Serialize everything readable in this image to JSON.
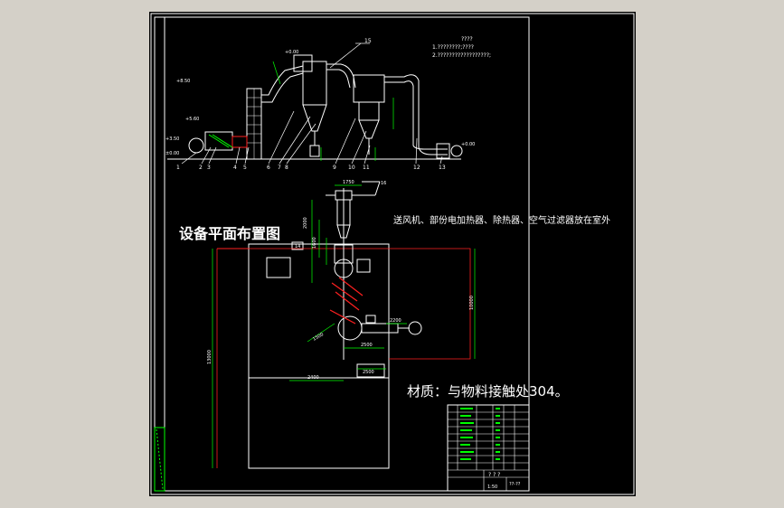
{
  "drawing": {
    "plan_title": "设备平面布置图",
    "outdoor_note": "送风机、部份电加热器、除热器、空气过滤器放在室外",
    "material_note": "材质：与物料接触处304。",
    "top_note_line1": "????",
    "top_note_line2": "1.????????;????",
    "top_note_line3": "2.??????????????????;",
    "elev_labels": [
      "+8.50",
      "+5.60",
      "+3.50",
      "±0.00",
      "+0.00",
      "+0.00"
    ],
    "item_numbers": [
      "1",
      "2",
      "3",
      "4",
      "5",
      "6",
      "7",
      "8",
      "9",
      "10",
      "11",
      "12",
      "13"
    ],
    "part_15": "15",
    "part_14": "14",
    "part_16": "16",
    "dims": {
      "d1": "1750",
      "d2": "2000",
      "d3": "1600",
      "d4": "2500",
      "d5": "10000",
      "d6": "2500",
      "d7": "1500",
      "d8": "13000",
      "d9": "2400",
      "d10": "2200"
    },
    "title_block": {
      "name": "? ? ?",
      "code": "??-??",
      "scale": "1:50"
    }
  },
  "colors": {
    "background": "#000000",
    "frame": "#ffffff",
    "dimension": "#00ff00",
    "section": "#ff2020",
    "viewport": "#d4d0c8"
  }
}
